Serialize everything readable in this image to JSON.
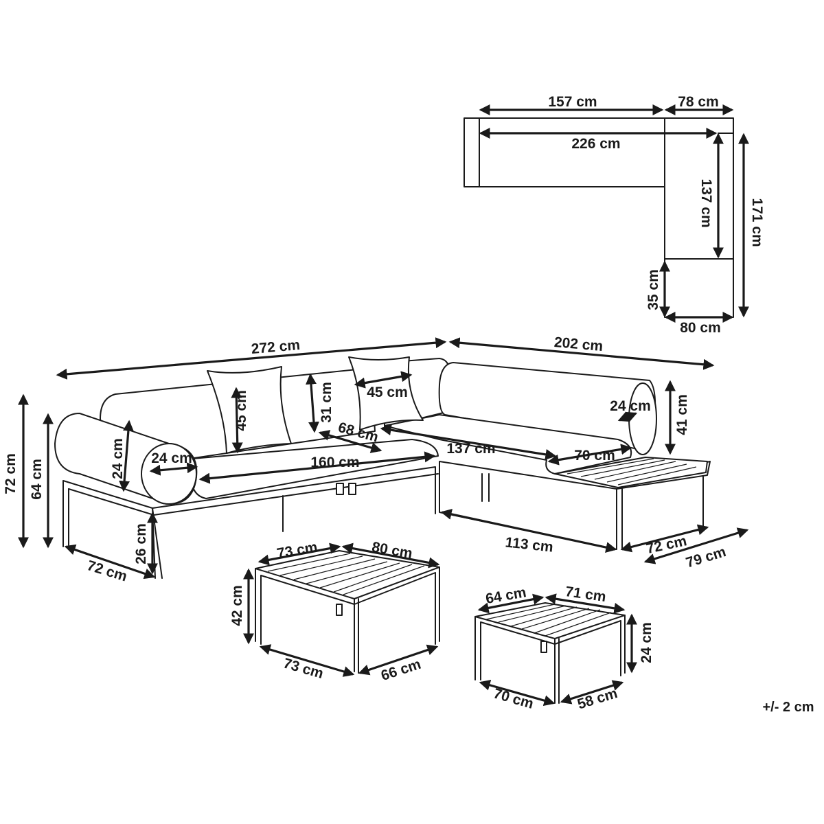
{
  "tolerance": "+/- 2 cm",
  "plan_view": {
    "top_left_width": "157 cm",
    "top_right_width": "78 cm",
    "inner_length": "226 cm",
    "inner_depth": "137 cm",
    "total_depth": "171 cm",
    "chaise_extension": "35 cm",
    "chaise_width": "80 cm"
  },
  "sofa": {
    "left_length": "272 cm",
    "right_length": "202 cm",
    "total_height": "72 cm",
    "back_height": "64 cm",
    "bolster_length": "24 cm",
    "bolster_diameter": "24 cm",
    "cushion_height_left": "45 cm",
    "back_cushion_height": "31 cm",
    "cushion_width_right": "45 cm",
    "seat_depth_left": "68 cm",
    "seat_length_left": "160 cm",
    "seat_length_right": "137 cm",
    "seat_depth_right": "70 cm",
    "bolster_right": "24 cm",
    "back_height_right": "41 cm",
    "leg_height": "26 cm",
    "depth_left": "72 cm",
    "module_length": "113 cm",
    "end_table_depth": "72 cm",
    "end_table_width": "79 cm"
  },
  "coffee_table": {
    "top_depth": "73 cm",
    "top_width": "80 cm",
    "height": "42 cm",
    "base_depth": "73 cm",
    "base_width": "66 cm"
  },
  "side_table": {
    "top_depth": "64 cm",
    "top_width": "71 cm",
    "height": "24 cm",
    "base_depth": "70 cm",
    "base_width": "58 cm"
  }
}
